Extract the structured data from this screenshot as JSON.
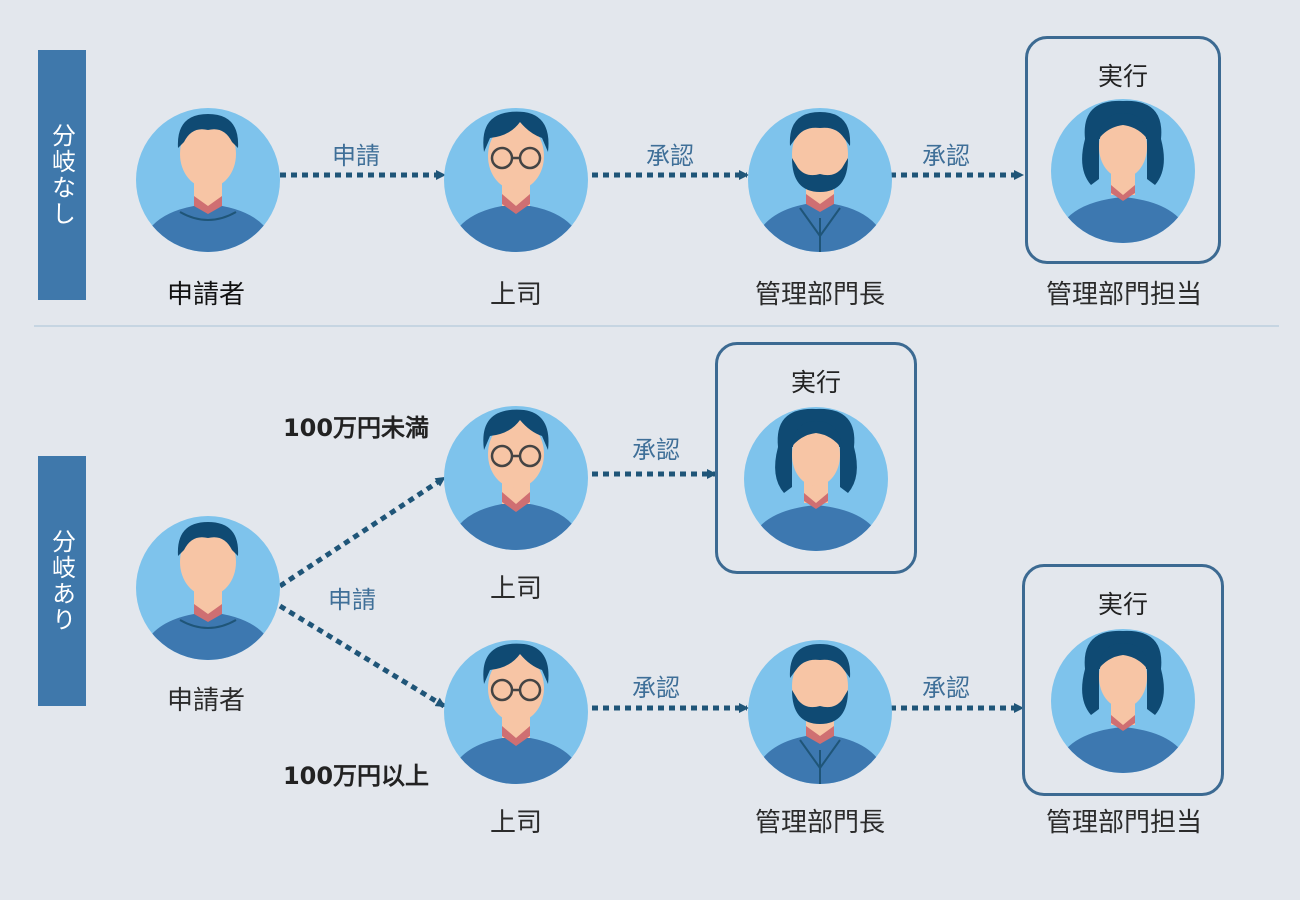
{
  "sections": {
    "no_branch": {
      "label": "分岐なし",
      "nodes": {
        "applicant": "申請者",
        "manager": "上司",
        "dept_head": "管理部門長",
        "dept_staff": "管理部門担当"
      },
      "edges": [
        "申請",
        "承認",
        "承認"
      ],
      "exec_label": "実行"
    },
    "with_branch": {
      "label": "分岐あり",
      "applicant": "申請者",
      "edge_apply": "申請",
      "upper": {
        "condition": "100万円未満",
        "manager": "上司",
        "edge_approve": "承認",
        "exec_label": "実行"
      },
      "lower": {
        "condition": "100万円以上",
        "manager": "上司",
        "edge_approve_1": "承認",
        "dept_head": "管理部門長",
        "edge_approve_2": "承認",
        "dept_staff": "管理部門担当",
        "exec_label": "実行"
      }
    }
  },
  "colors": {
    "background": "#e3e7ed",
    "label_bar": "#3f78ab",
    "avatar_circle": "#7ec3ec",
    "shirt": "#3d78b0",
    "hair": "#0f4a73",
    "skin": "#f7c5a5",
    "neck_shadow": "#cf6f72",
    "arrow": "#1f5578",
    "box_border": "#3c6a92"
  },
  "icons": {
    "applicant": "man-avatar-icon",
    "manager": "man-with-glasses-avatar-icon",
    "dept_head": "bearded-man-avatar-icon",
    "dept_staff": "woman-avatar-icon"
  }
}
